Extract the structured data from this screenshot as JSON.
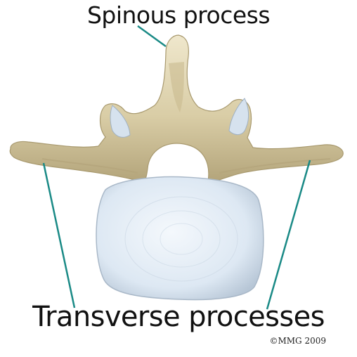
{
  "labels": {
    "top": "Spinous process",
    "bottom": "Transverse processes"
  },
  "copyright": "©MMG 2009",
  "colors": {
    "bone": "#d9cda6",
    "bone_shadow": "#b3a47a",
    "bone_highlight": "#efe7cc",
    "disc": "#dde8f3",
    "disc_edge": "#b7c6d6",
    "leader_line": "#1a8a86",
    "text": "#111111"
  }
}
